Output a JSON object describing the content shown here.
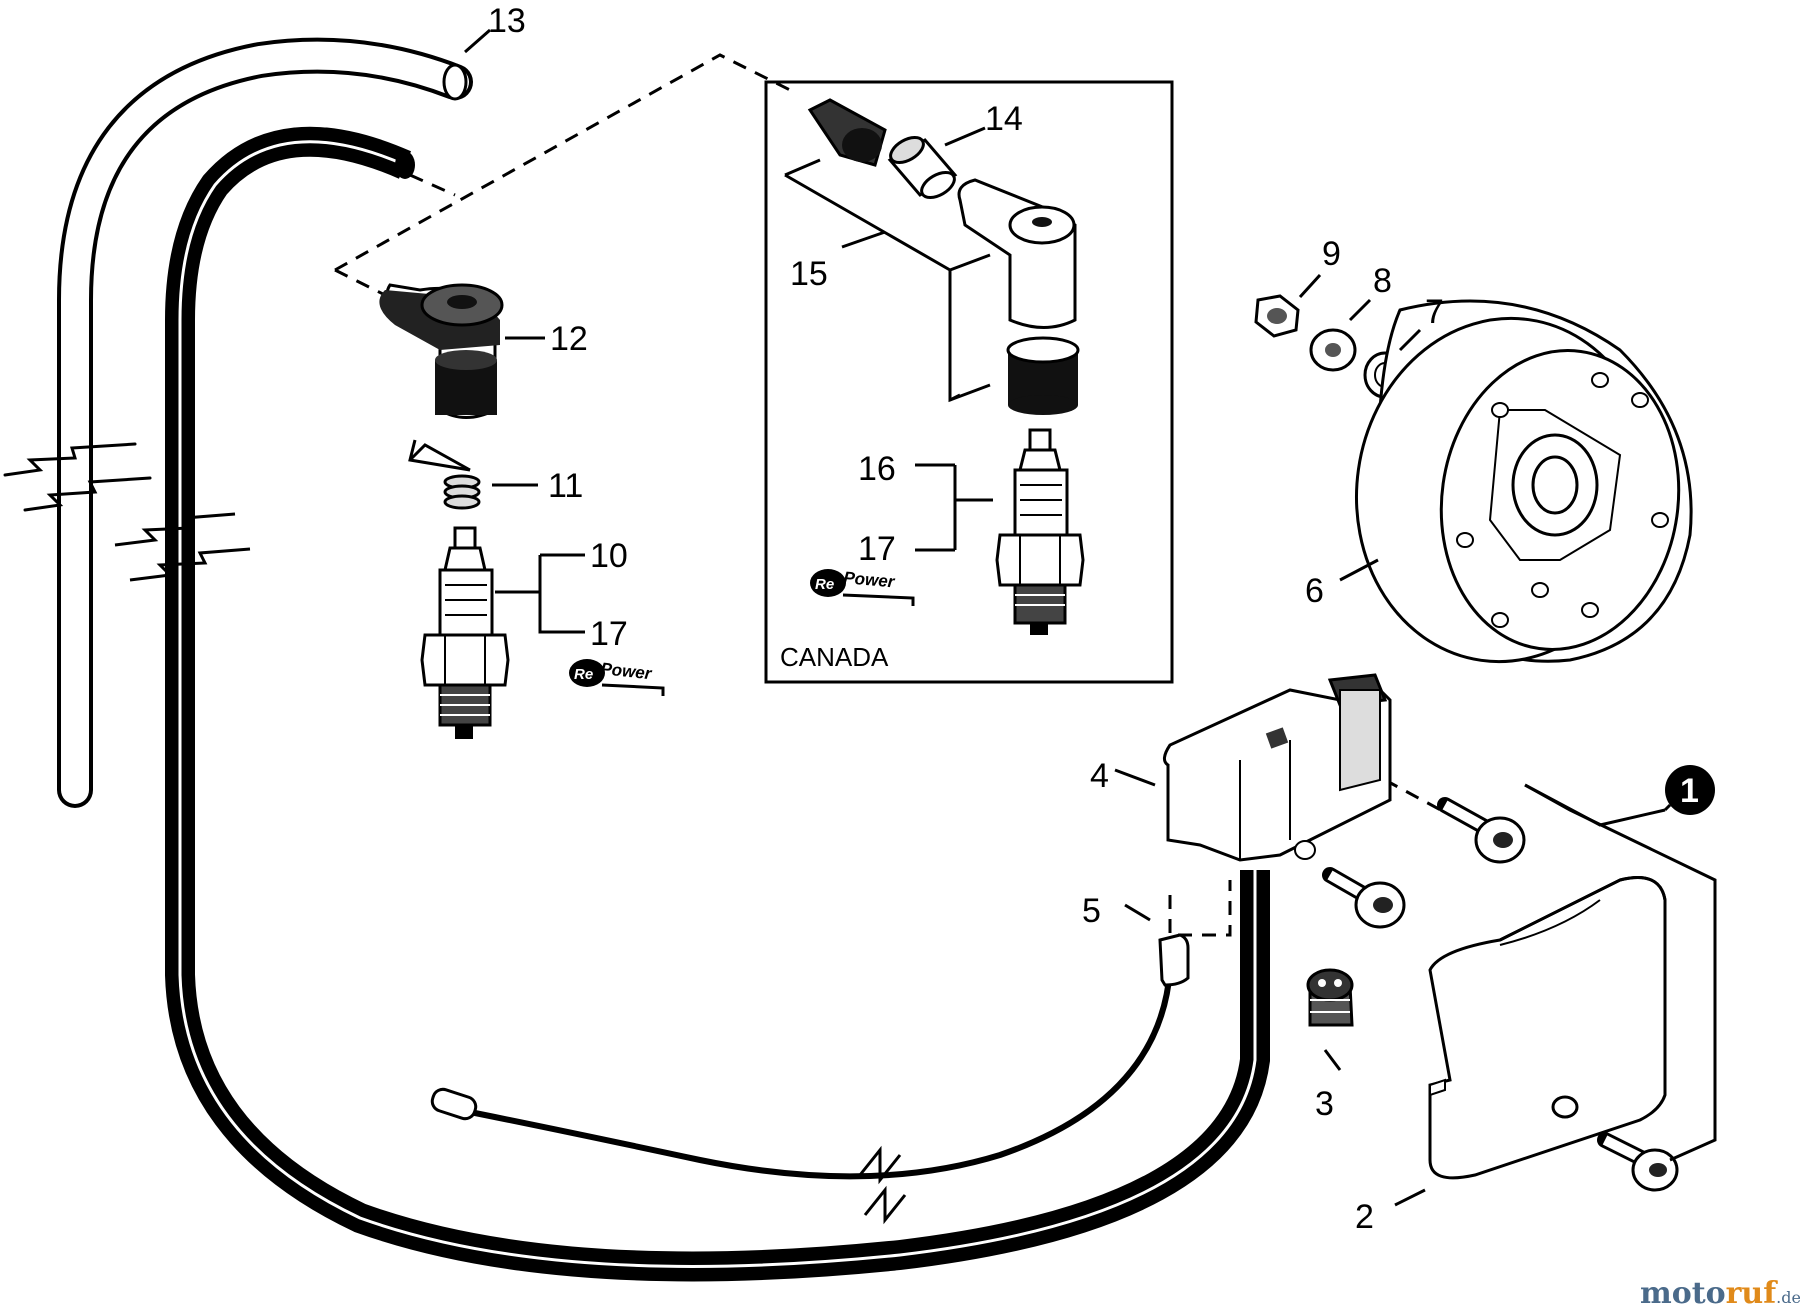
{
  "callouts": {
    "c1": "1",
    "c2": "2",
    "c3": "3",
    "c4": "4",
    "c5": "5",
    "c6": "6",
    "c7": "7",
    "c8": "8",
    "c9": "9",
    "c10": "10",
    "c11": "11",
    "c12": "12",
    "c13": "13",
    "c14": "14",
    "c15": "15",
    "c16": "16",
    "c17a": "17",
    "c17b": "17"
  },
  "inset": {
    "label": "CANADA"
  },
  "logos": {
    "brand_prefix": "Re",
    "brand_suffix": "Power"
  },
  "watermark": {
    "part1": "moto",
    "part2": "ruf",
    "part3": ".de"
  }
}
